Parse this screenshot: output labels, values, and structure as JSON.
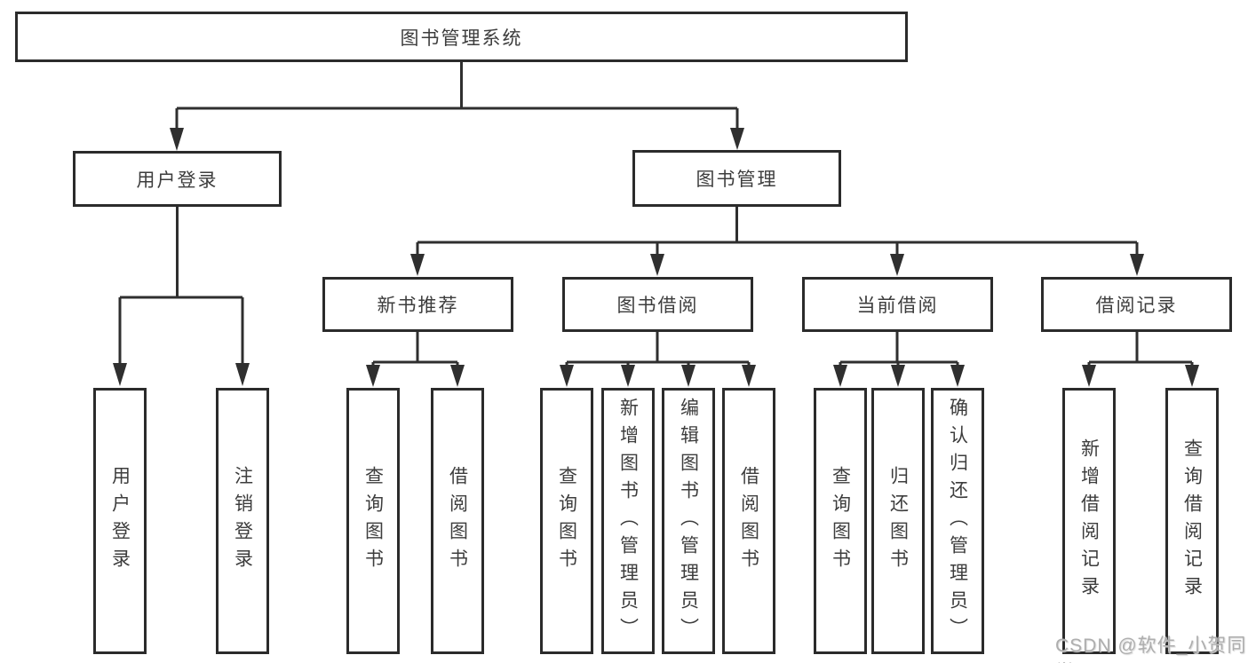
{
  "diagram": {
    "title": "图书管理系统",
    "root": {
      "label": "图书管理系统"
    },
    "branches": [
      {
        "label": "用户登录",
        "children": [
          {
            "label": "用户登录"
          },
          {
            "label": "注销登录"
          }
        ]
      },
      {
        "label": "图书管理",
        "children": [
          {
            "label": "新书推荐",
            "children": [
              {
                "label": "查询图书"
              },
              {
                "label": "借阅图书"
              }
            ]
          },
          {
            "label": "图书借阅",
            "children": [
              {
                "label": "查询图书"
              },
              {
                "label": "新增图书（管理员）"
              },
              {
                "label": "编辑图书（管理员）"
              },
              {
                "label": "借阅图书"
              }
            ]
          },
          {
            "label": "当前借阅",
            "children": [
              {
                "label": "查询图书"
              },
              {
                "label": "归还图书"
              },
              {
                "label": "确认归还（管理员）"
              }
            ]
          },
          {
            "label": "借阅记录",
            "children": [
              {
                "label": "新增借阅记录"
              },
              {
                "label": "查询借阅记录"
              }
            ]
          }
        ]
      }
    ]
  },
  "watermark": {
    "text": "CSDN @软件_小贺同学"
  },
  "colors": {
    "line": "#2f2f2f",
    "border": "#2b2b2b",
    "text": "#3d3d3d",
    "watermark": "#aeaeae",
    "background": "#ffffff"
  }
}
